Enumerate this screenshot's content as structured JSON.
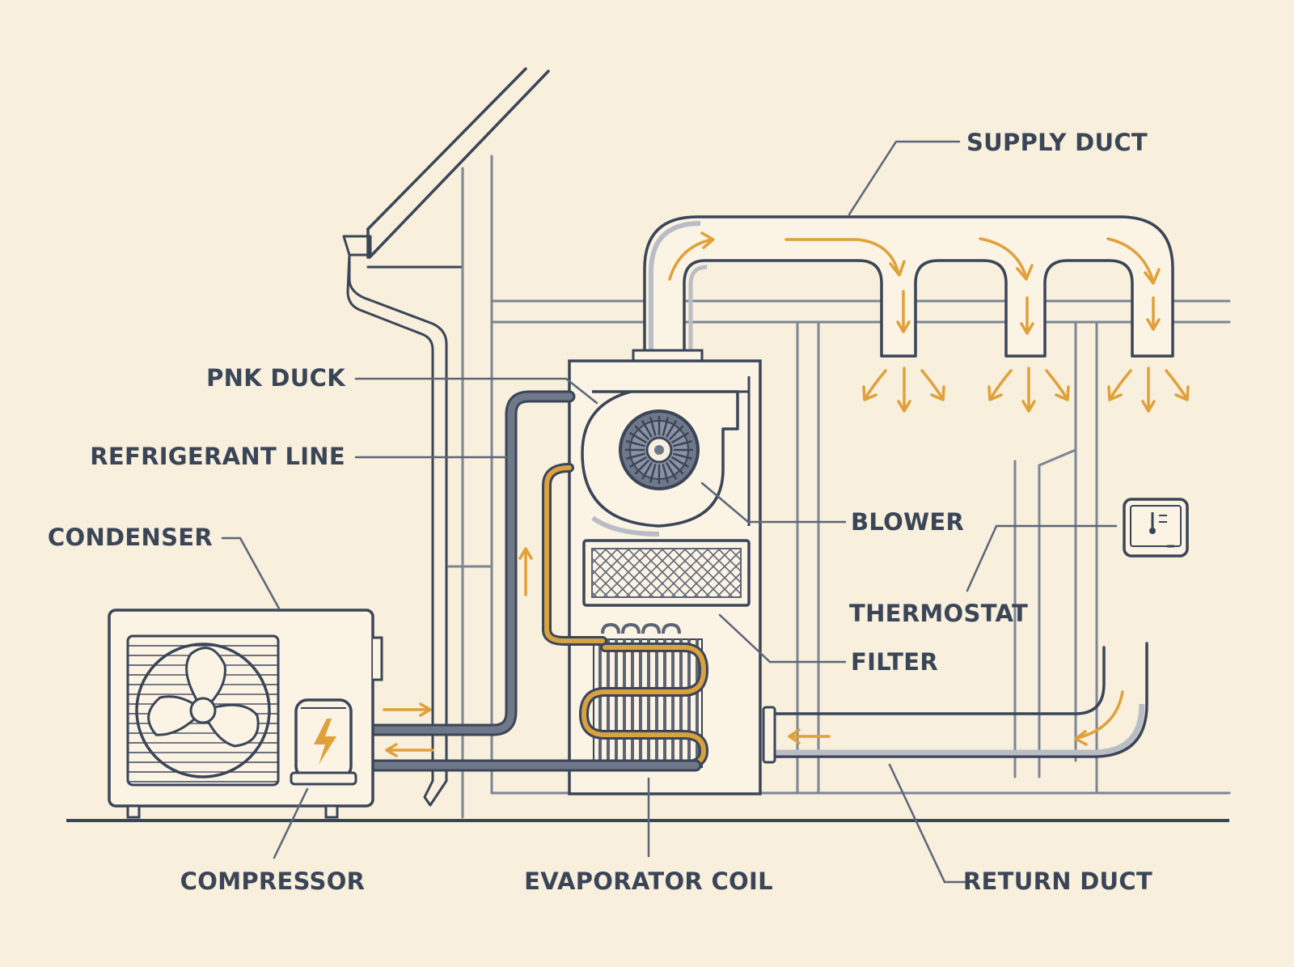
{
  "colors": {
    "background": "#f8efdc",
    "outline": "#3a4558",
    "wall": "#7b8696",
    "duct_fill": "#fbf3e4",
    "duct_shadow": "#b9bdc6",
    "refrigerant": "#5d6575",
    "flow": "#e0a03a",
    "label": "#3a4558",
    "leader": "#5c6677"
  },
  "labels": {
    "supply_duct": "SUPPLY DUCT",
    "pnk_duck": "PNK DUCK",
    "refrigerant_line": "REFRIGERANT LINE",
    "condenser": "CONDENSER",
    "blower": "BLOWER",
    "thermostat": "THERMOSTAT",
    "filter": "FILTER",
    "compressor": "COMPRESSOR",
    "evaporator_coil": "EVAPORATOR COIL",
    "return_duct": "RETURN DUCT"
  },
  "icons": {
    "condenser_fan": "fan-icon",
    "compressor_bolt": "lightning-bolt-icon",
    "blower_wheel": "blower-wheel-icon",
    "thermostat": "thermometer-icon",
    "filter_mesh": "crosshatch-mesh-icon",
    "flow_arrows": "arrow-icon"
  }
}
